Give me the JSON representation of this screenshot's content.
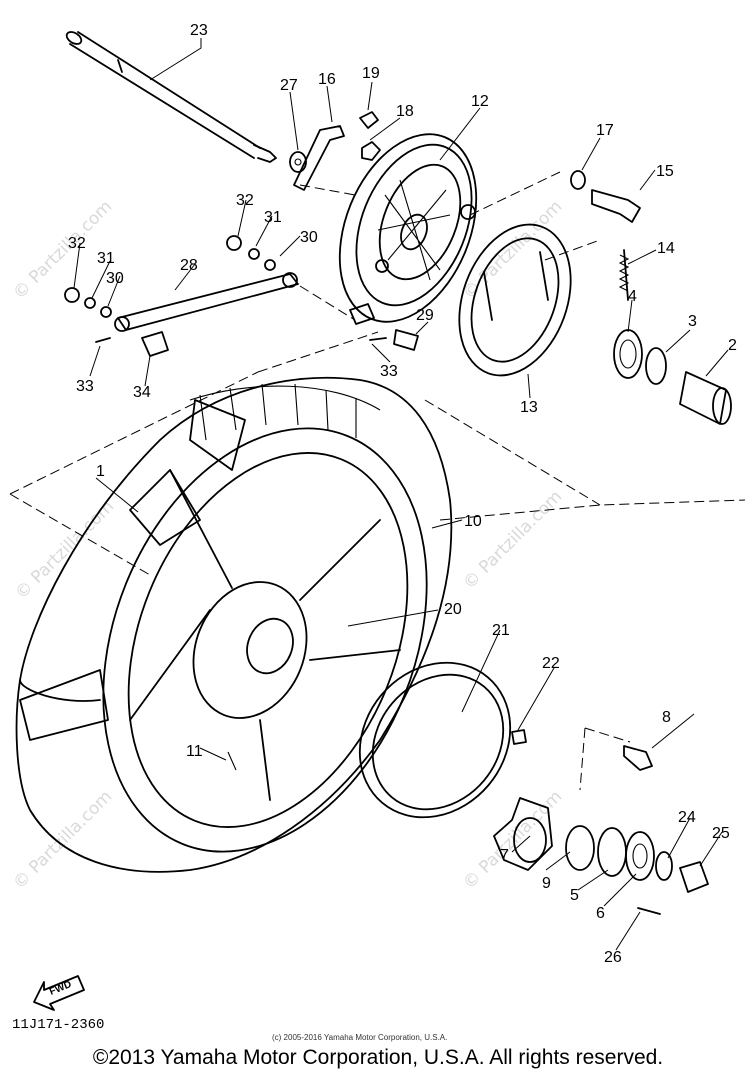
{
  "watermark": "© Partzilla.com",
  "diagram_code": "11J171-2360",
  "fwd_label": "FWD",
  "small_copyright": "(c) 2005-2016 Yamaha Motor Corporation, U.S.A.",
  "footer_copyright": "©2013 Yamaha Motor Corporation, U.S.A. All rights reserved.",
  "callouts": [
    "1",
    "2",
    "3",
    "4",
    "5",
    "6",
    "7",
    "8",
    "9",
    "10",
    "11",
    "12",
    "13",
    "14",
    "15",
    "16",
    "17",
    "18",
    "19",
    "20",
    "21",
    "22",
    "23",
    "24",
    "25",
    "26",
    "27",
    "28",
    "29",
    "30",
    "30",
    "31",
    "31",
    "32",
    "32",
    "33",
    "33",
    "34"
  ]
}
